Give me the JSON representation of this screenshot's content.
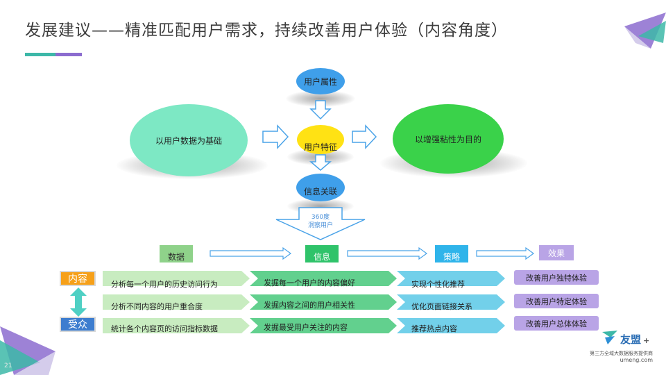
{
  "slide": {
    "title": "发展建议——精准匹配用户需求，持续改善用户体验（内容角度）",
    "page_number": "21"
  },
  "colors": {
    "accent_teal": "#3db8a8",
    "accent_purple": "#8c6ccf",
    "green_light": "#7de8c4",
    "green_bright": "#3ad24a",
    "yellow": "#ffe214",
    "blue": "#3f9fea",
    "arrow_blue": "#4aa3e8",
    "effect_purple": "#b9a4e6",
    "row_green": "#c8ecc0",
    "row_teal": "#62d08e",
    "row_cyan": "#72d0ea"
  },
  "top_diagram": {
    "left_oval": "以用户数据为基础",
    "right_oval": "以增强粘性为目的",
    "user_attributes": "用户属性",
    "user_features": "用户特征",
    "info_association": "信息关联",
    "insight_arrow": "360度\n洞察用户"
  },
  "stages": [
    "数据",
    "信息",
    "策略",
    "效果"
  ],
  "categories": {
    "content": "内容",
    "audience": "受众"
  },
  "rows": [
    {
      "data": "分析每一个用户的历史访问行为",
      "info": "发掘每一个用户的内容偏好",
      "strategy": "实现个性化推荐",
      "effect": "改善用户独特体验"
    },
    {
      "data": "分析不同内容的用户重合度",
      "info": "发掘内容之间的用户相关性",
      "strategy": "优化页面链接关系",
      "effect": "改善用户特定体验"
    },
    {
      "data": "统计各个内容页的访问指标数据",
      "info": "发掘最受用户关注的内容",
      "strategy": "推荐热点内容",
      "effect": "改善用户总体体验"
    }
  ],
  "logo": {
    "brand": "友盟",
    "plus": "+",
    "tagline": "第三方全域大数据服务提供商",
    "url": "umeng.com"
  }
}
